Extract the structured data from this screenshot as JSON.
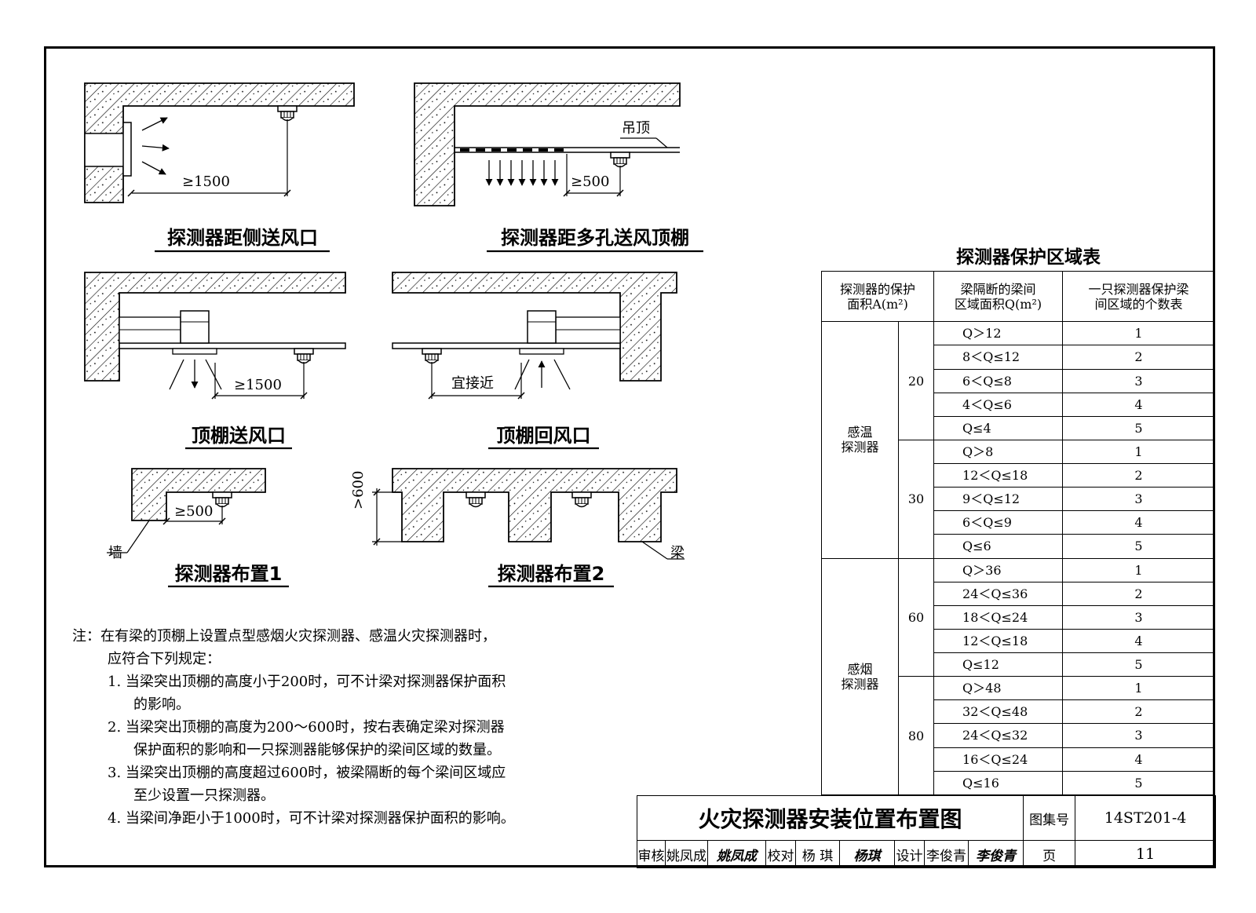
{
  "figures": {
    "fig1": {
      "caption": "探测器距侧送风口",
      "dim": "≥1500"
    },
    "fig2": {
      "caption": "探测器距多孔送风顶棚",
      "label_ceiling": "吊顶",
      "dim": "≥500"
    },
    "fig3": {
      "caption": "顶棚送风口",
      "dim": "≥1500"
    },
    "fig4": {
      "caption": "顶棚回风口",
      "dim": "宜接近"
    },
    "fig5": {
      "caption": "探测器布置1",
      "dim": "≥500",
      "label_wall": "墙"
    },
    "fig6": {
      "caption": "探测器布置2",
      "dim": ">600",
      "label_beam": "梁"
    }
  },
  "notes": {
    "title": "注：",
    "intro_1": "在有梁的顶棚上设置点型感烟火灾探测器、感温火灾探测器时，",
    "intro_2": "应符合下列规定：",
    "item1_a": "1. 当梁突出顶棚的高度小于200时，可不计梁对探测器保护面积",
    "item1_b": "的影响。",
    "item2_a": "2. 当梁突出顶棚的高度为200～600时，按右表确定梁对探测器",
    "item2_b": "保护面积的影响和一只探测器能够保护的梁间区域的数量。",
    "item3_a": "3. 当梁突出顶棚的高度超过600时，被梁隔断的每个梁间区域应",
    "item3_b": "至少设置一只探测器。",
    "item4": "4. 当梁间净距小于1000时，可不计梁对探测器保护面积的影响。"
  },
  "protection_table": {
    "title": "探测器保护区域表",
    "headers": {
      "col1_a": "探测器的保护",
      "col1_b": "面积A(m²)",
      "col2_a": "梁隔断的梁间",
      "col2_b": "区域面积Q(m²)",
      "col3_a": "一只探测器保护梁",
      "col3_b": "间区域的个数表"
    },
    "groups": [
      {
        "type_a": "感温",
        "type_b": "探测器",
        "blocks": [
          {
            "area": "20",
            "rows": [
              {
                "cond": "Q＞12",
                "count": "1"
              },
              {
                "cond": "8＜Q≤12",
                "count": "2"
              },
              {
                "cond": "6＜Q≤8",
                "count": "3"
              },
              {
                "cond": "4＜Q≤6",
                "count": "4"
              },
              {
                "cond": "Q≤4",
                "count": "5"
              }
            ]
          },
          {
            "area": "30",
            "rows": [
              {
                "cond": "Q＞8",
                "count": "1"
              },
              {
                "cond": "12＜Q≤18",
                "count": "2"
              },
              {
                "cond": "9＜Q≤12",
                "count": "3"
              },
              {
                "cond": "6＜Q≤9",
                "count": "4"
              },
              {
                "cond": "Q≤6",
                "count": "5"
              }
            ]
          }
        ]
      },
      {
        "type_a": "感烟",
        "type_b": "探测器",
        "blocks": [
          {
            "area": "60",
            "rows": [
              {
                "cond": "Q＞36",
                "count": "1"
              },
              {
                "cond": "24＜Q≤36",
                "count": "2"
              },
              {
                "cond": "18＜Q≤24",
                "count": "3"
              },
              {
                "cond": "12＜Q≤18",
                "count": "4"
              },
              {
                "cond": "Q≤12",
                "count": "5"
              }
            ]
          },
          {
            "area": "80",
            "rows": [
              {
                "cond": "Q＞48",
                "count": "1"
              },
              {
                "cond": "32＜Q≤48",
                "count": "2"
              },
              {
                "cond": "24＜Q≤32",
                "count": "3"
              },
              {
                "cond": "16＜Q≤24",
                "count": "4"
              },
              {
                "cond": "Q≤16",
                "count": "5"
              }
            ]
          }
        ]
      }
    ]
  },
  "title_block": {
    "drawing_title": "火灾探测器安装位置布置图",
    "atlas_label": "图集号",
    "atlas_number": "14ST201-4",
    "review_label": "审核",
    "reviewer": "姚凤成",
    "reviewer_sig": "姚凤成",
    "check_label": "校对",
    "checker": "杨 琪",
    "checker_sig": "杨琪",
    "design_label": "设计",
    "designer": "李俊青",
    "designer_sig": "李俊青",
    "page_label": "页",
    "page_number": "11"
  }
}
